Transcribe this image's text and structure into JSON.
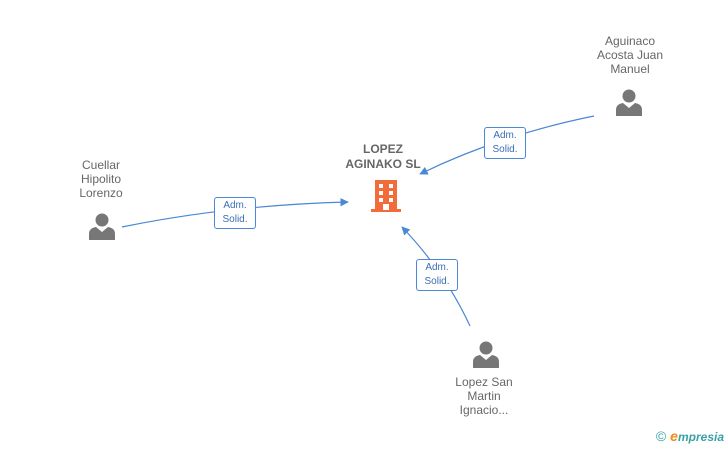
{
  "company": {
    "name_lines": [
      "LOPEZ",
      "AGINAKO SL"
    ],
    "icon": "building-icon",
    "color": "#f26b3a"
  },
  "persons": [
    {
      "lines": [
        "Aguinaco",
        "Acosta Juan",
        "Manuel"
      ],
      "icon": "person-icon"
    },
    {
      "lines": [
        "Cuellar",
        "Hipolito",
        "Lorenzo"
      ],
      "icon": "person-icon"
    },
    {
      "lines": [
        "Lopez San",
        "Martin",
        "Ignacio..."
      ],
      "icon": "person-icon"
    }
  ],
  "edges": [
    {
      "lines": [
        "Adm.",
        "Solid."
      ]
    },
    {
      "lines": [
        "Adm.",
        "Solid."
      ]
    },
    {
      "lines": [
        "Adm.",
        "Solid."
      ]
    }
  ],
  "colors": {
    "edge": "#4a87d4",
    "person": "#777777",
    "label_text": "#666666"
  },
  "brand": {
    "copyright": "©",
    "logo_initial": "e",
    "logo_rest": "mpresia"
  }
}
